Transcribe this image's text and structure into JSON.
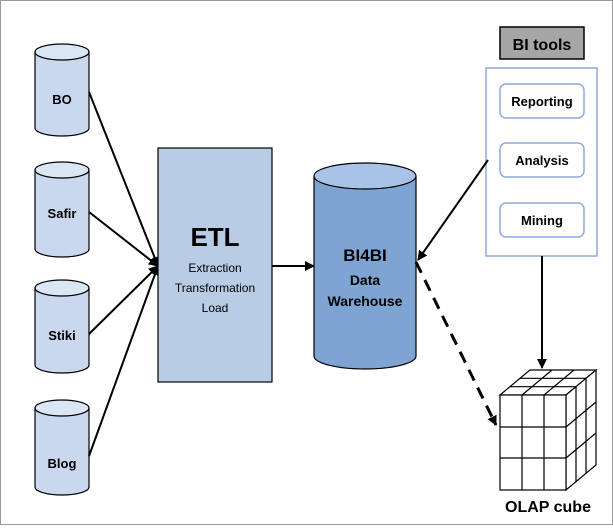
{
  "sources": [
    {
      "label": "BO"
    },
    {
      "label": "Safir"
    },
    {
      "label": "Stiki"
    },
    {
      "label": "Blog"
    }
  ],
  "etl": {
    "title": "ETL",
    "lines": [
      "Extraction",
      "Transformation",
      "Load"
    ]
  },
  "warehouse": {
    "lines": [
      "BI4BI",
      "Data",
      "Warehouse"
    ]
  },
  "bi_tools": {
    "title": "BI tools",
    "items": [
      "Reporting",
      "Analysis",
      "Mining"
    ]
  },
  "olap": {
    "label": "OLAP cube"
  },
  "colors": {
    "source_fill": "#c9d8ee",
    "etl_fill": "#b8cce6",
    "warehouse_fill": "#7ea4d4",
    "warehouse_top": "#a9c3e6",
    "bi_header_fill": "#a6a6a6",
    "bi_panel_border": "#8eaadb",
    "stroke": "#000000"
  }
}
